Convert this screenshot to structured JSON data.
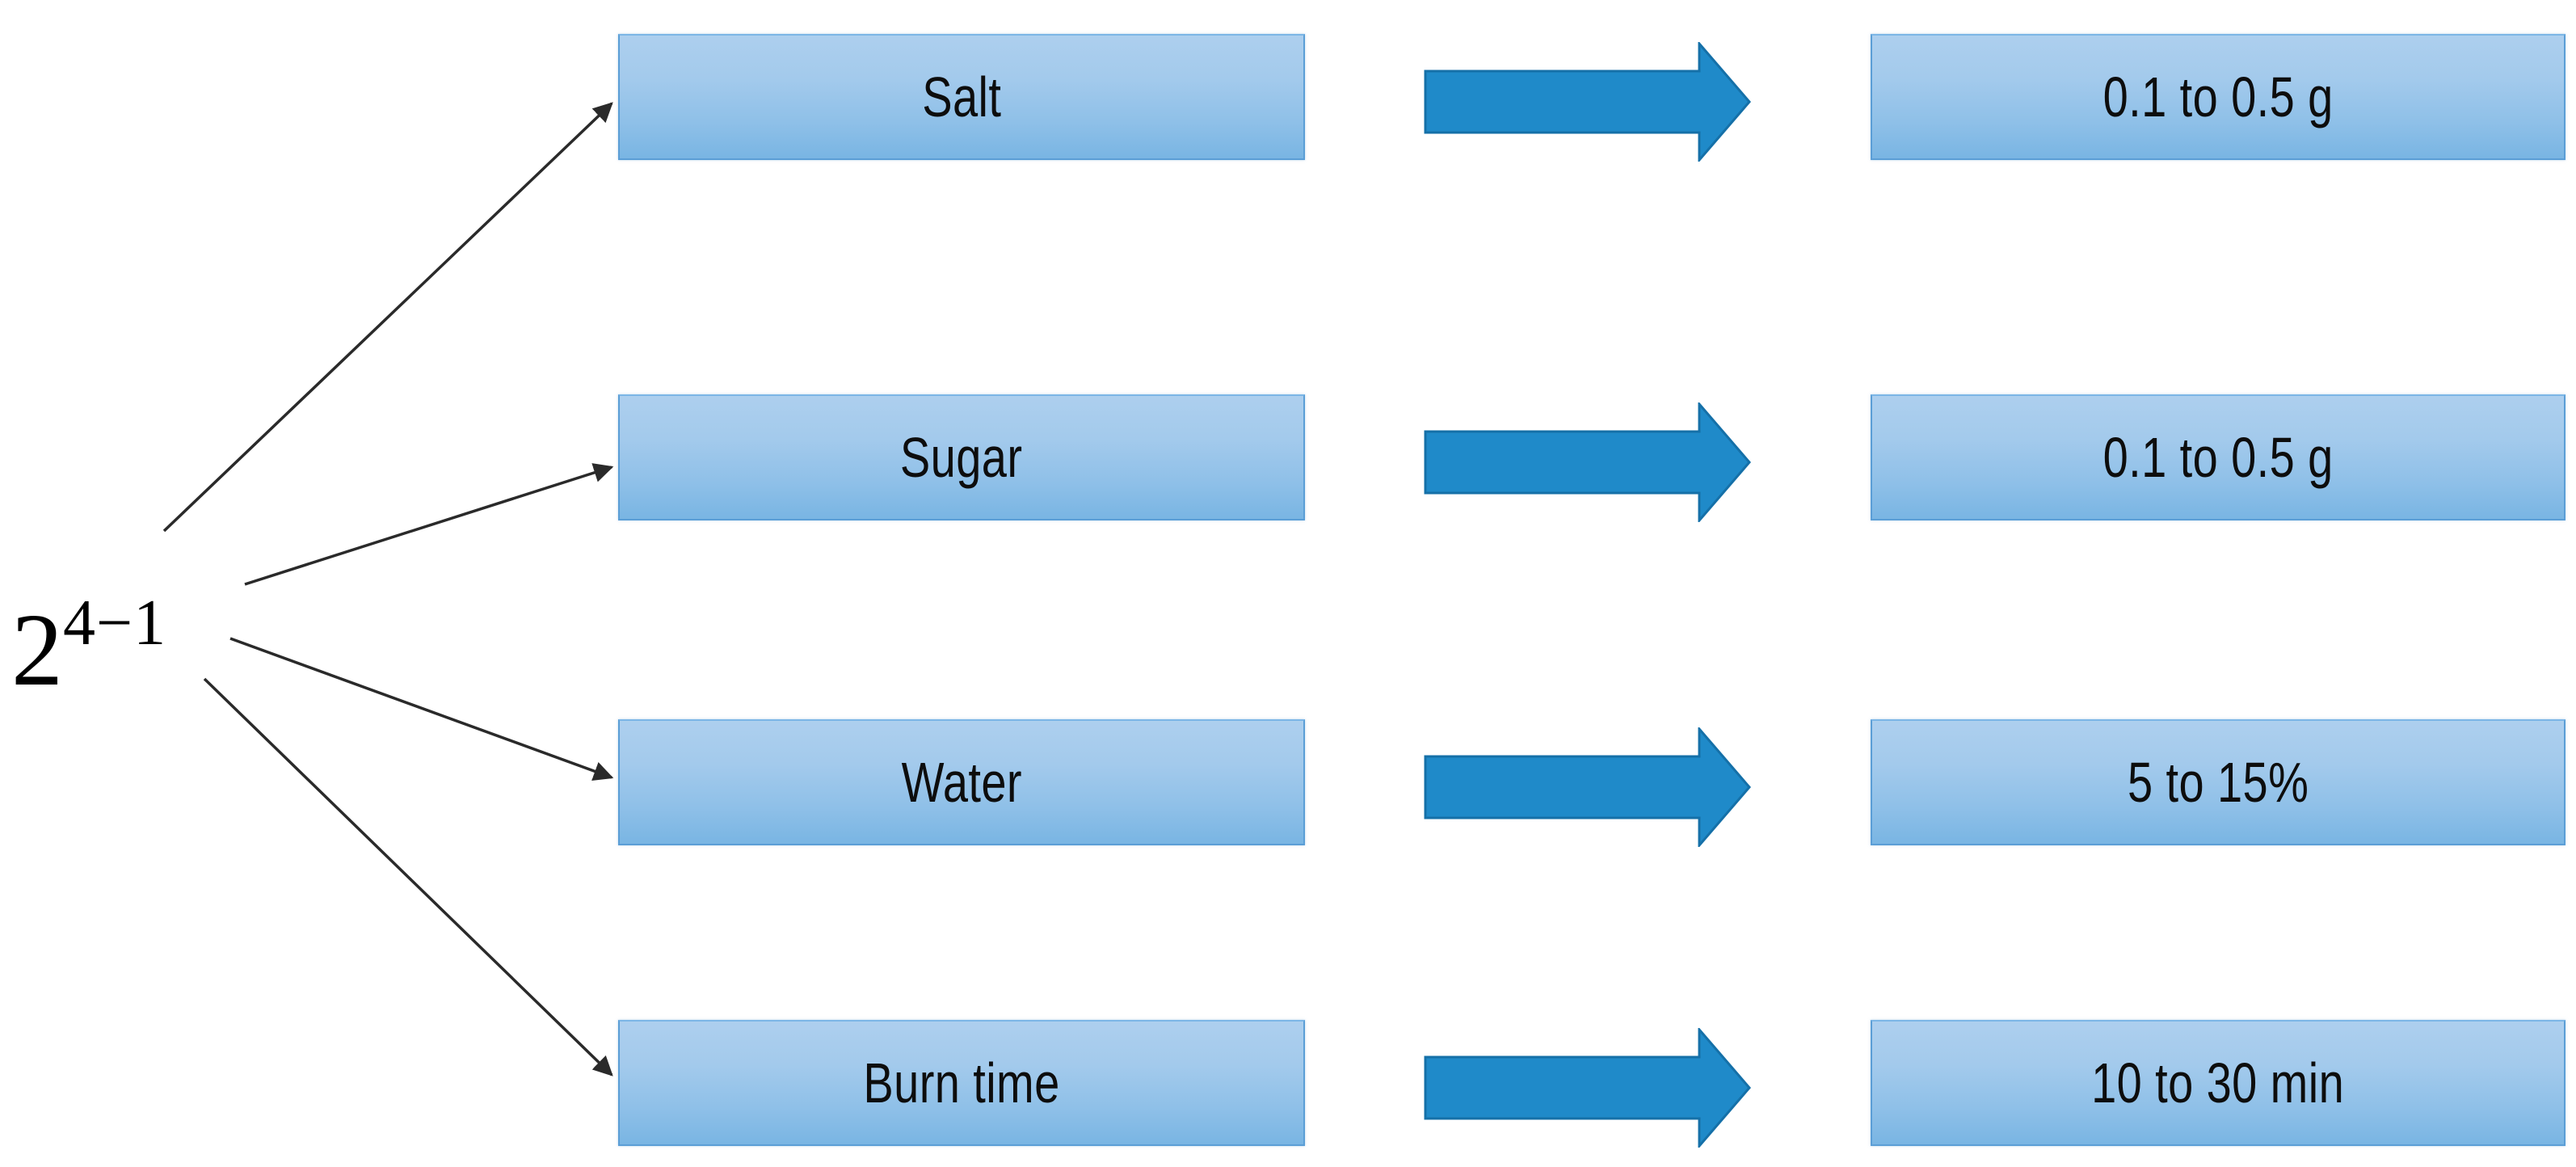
{
  "diagram": {
    "type": "fractional-factorial-design-mapping",
    "source": {
      "name": "design-notation",
      "base": "2",
      "exponent": "4−1",
      "full_text": "2⁴⁻¹"
    },
    "colors": {
      "box_fill_top": "#adcfee",
      "box_fill_bottom": "#79b5e3",
      "box_border": "#5b9ed6",
      "arrow_fill": "#1f8ac9",
      "arrow_border": "#1570a8",
      "connector_line": "#3b3b3b",
      "text": "#0d0d0d",
      "background": "#ffffff"
    },
    "arrow_icon_name": "block-arrow-right-icon",
    "connector_icon_name": "connector-arrow-icon",
    "rows": [
      {
        "factor": "Salt",
        "arrow": "→",
        "value": "0.1 to 0.5 g"
      },
      {
        "factor": "Sugar",
        "arrow": "→",
        "value": "0.1 to 0.5 g"
      },
      {
        "factor": "Water",
        "arrow": "→",
        "value": "5 to 15%"
      },
      {
        "factor": "Burn time",
        "arrow": "→",
        "value": "10 to 30 min"
      }
    ]
  }
}
